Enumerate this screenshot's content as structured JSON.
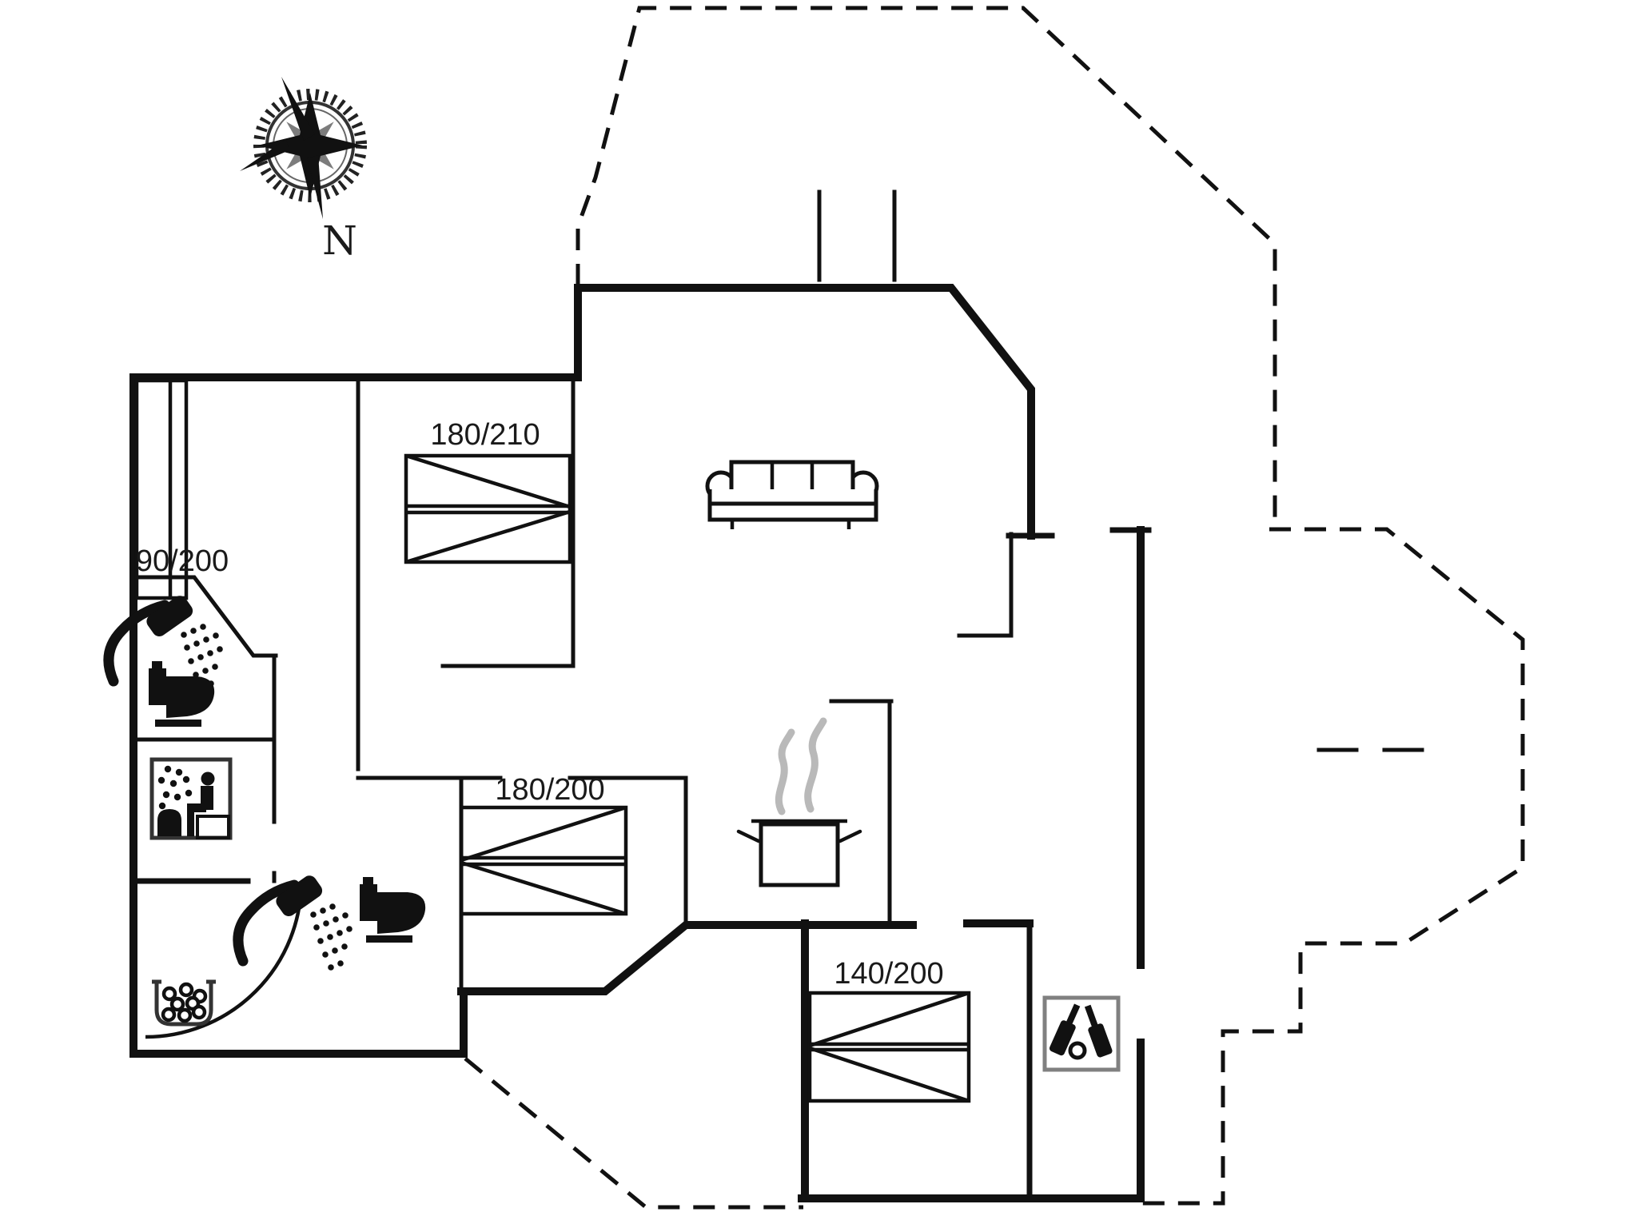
{
  "floor_plan": {
    "compass": {
      "label": "N"
    },
    "bed_labels": {
      "bedroom_large": "180/210",
      "box_room": "90/200",
      "bedroom_middle": "180/200",
      "bedroom_small": "140/200"
    },
    "icons": [
      "compass-rose-icon",
      "double-bed-icon",
      "single-bed-icon",
      "shower-icon",
      "toilet-icon",
      "sauna-icon",
      "whirlpool-stones-icon",
      "door-arc",
      "sofa-icon",
      "stove-pot-icon",
      "steam-icon",
      "wine-bottles-icon",
      "terrace-dashed-outline",
      "terrace-step-marks"
    ],
    "colors": {
      "wall": "#111111",
      "steam": "#b9b9b9",
      "icon_frame": "#808080",
      "text": "#1a1a1a",
      "background": "#ffffff"
    }
  }
}
